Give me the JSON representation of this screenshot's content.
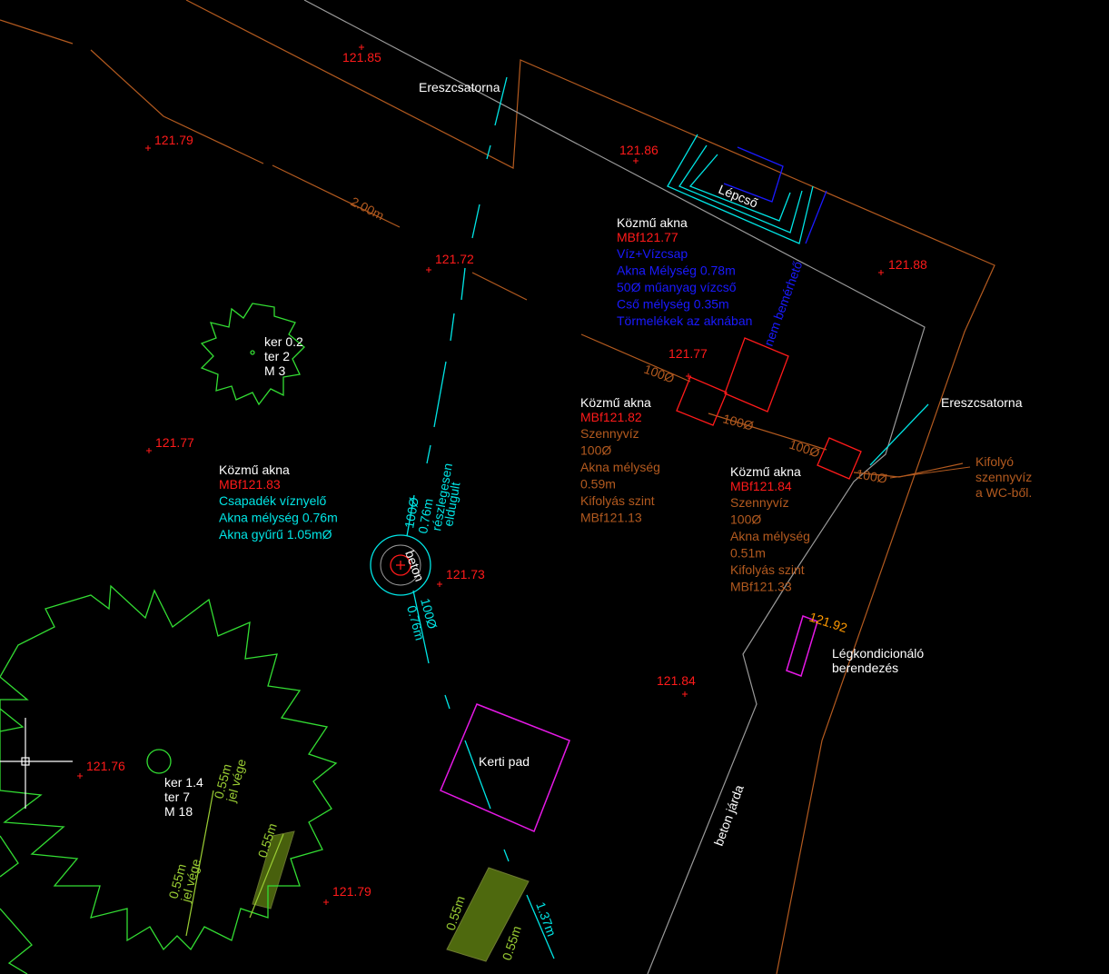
{
  "colors": {
    "background": "#000000",
    "white": "#ffffff",
    "red": "#ff1a1a",
    "cyan": "#00e5e5",
    "blue": "#1a1aff",
    "brown": "#b35a1f",
    "green": "#33dd33",
    "yellowgreen": "#99cc33",
    "magenta": "#e619e6",
    "orange": "#ff9900",
    "gray": "#999999"
  },
  "labels": {
    "gutter_top": "Ereszcsatorna",
    "gutter_right": "Ereszcsatorna",
    "stairs": "Lépcső",
    "dim_2m": "2.00m",
    "nem_bemerheto": "nem bemérhető",
    "dia_100_a": "100Ø",
    "dia_100_b": "100Ø",
    "dia_100_c": "100Ø",
    "dia_100_d": "100Ø",
    "drain_note": "Kifolyó\nszennyvíz\na WC-ből.",
    "ac_unit": "Légkondicionáló\nberendezés",
    "garden_bench": "Kerti pad",
    "sidewalk": "beton járda",
    "beton": "beton",
    "pipe_dia_1": "100Ø",
    "pipe_depth_1": "0.76m",
    "partly_clogged_1": "részlegesen",
    "partly_clogged_2": "eldugult",
    "pipe_dia_2": "100Ø",
    "pipe_depth_2": "0.76m",
    "dim_055_a": "0.55m",
    "dim_055_b": "0.55m",
    "dim_137": "1.37m",
    "jel_vege_a": "0.55m\njel vége",
    "jel_vege_b": "0.55m\njel vége",
    "dim_055_c": "0.55m"
  },
  "elevations": [
    {
      "value": "121.85"
    },
    {
      "value": "121.79"
    },
    {
      "value": "121.86"
    },
    {
      "value": "121.72"
    },
    {
      "value": "121.88"
    },
    {
      "value": "121.77"
    },
    {
      "value": "121.77"
    },
    {
      "value": "121.73"
    },
    {
      "value": "121.84"
    },
    {
      "value": "121.76"
    },
    {
      "value": "121.79"
    },
    {
      "value": "121.92"
    }
  ],
  "trees": [
    {
      "lines": [
        "ker 0.2",
        "ter 2",
        "M 3"
      ]
    },
    {
      "lines": [
        "ker 1.4",
        "ter 7",
        "M 18"
      ]
    }
  ],
  "manholes": [
    {
      "title": "Közmű akna",
      "mbf": "MBf121.77",
      "details": [
        "Víz+Vízcsap",
        "Akna Mélység 0.78m",
        "50Ø műanyag vízcső",
        "Cső mélység 0.35m",
        "Törmelékek az aknában"
      ]
    },
    {
      "title": "Közmű akna",
      "mbf": "MBf121.82",
      "details": [
        "Szennyvíz",
        "100Ø",
        "Akna mélység",
        "0.59m",
        "Kifolyás szint",
        "MBf121.13"
      ]
    },
    {
      "title": "Közmű akna",
      "mbf": "MBf121.83",
      "details": [
        "Csapadék víznyelő",
        "Akna mélység 0.76m",
        "Akna gyűrű 1.05mØ"
      ]
    },
    {
      "title": "Közmű akna",
      "mbf": "MBf121.84",
      "details": [
        "Szennyvíz",
        "100Ø",
        "Akna mélység",
        "0.51m",
        "Kifolyás szint",
        "MBf121.33"
      ]
    }
  ]
}
